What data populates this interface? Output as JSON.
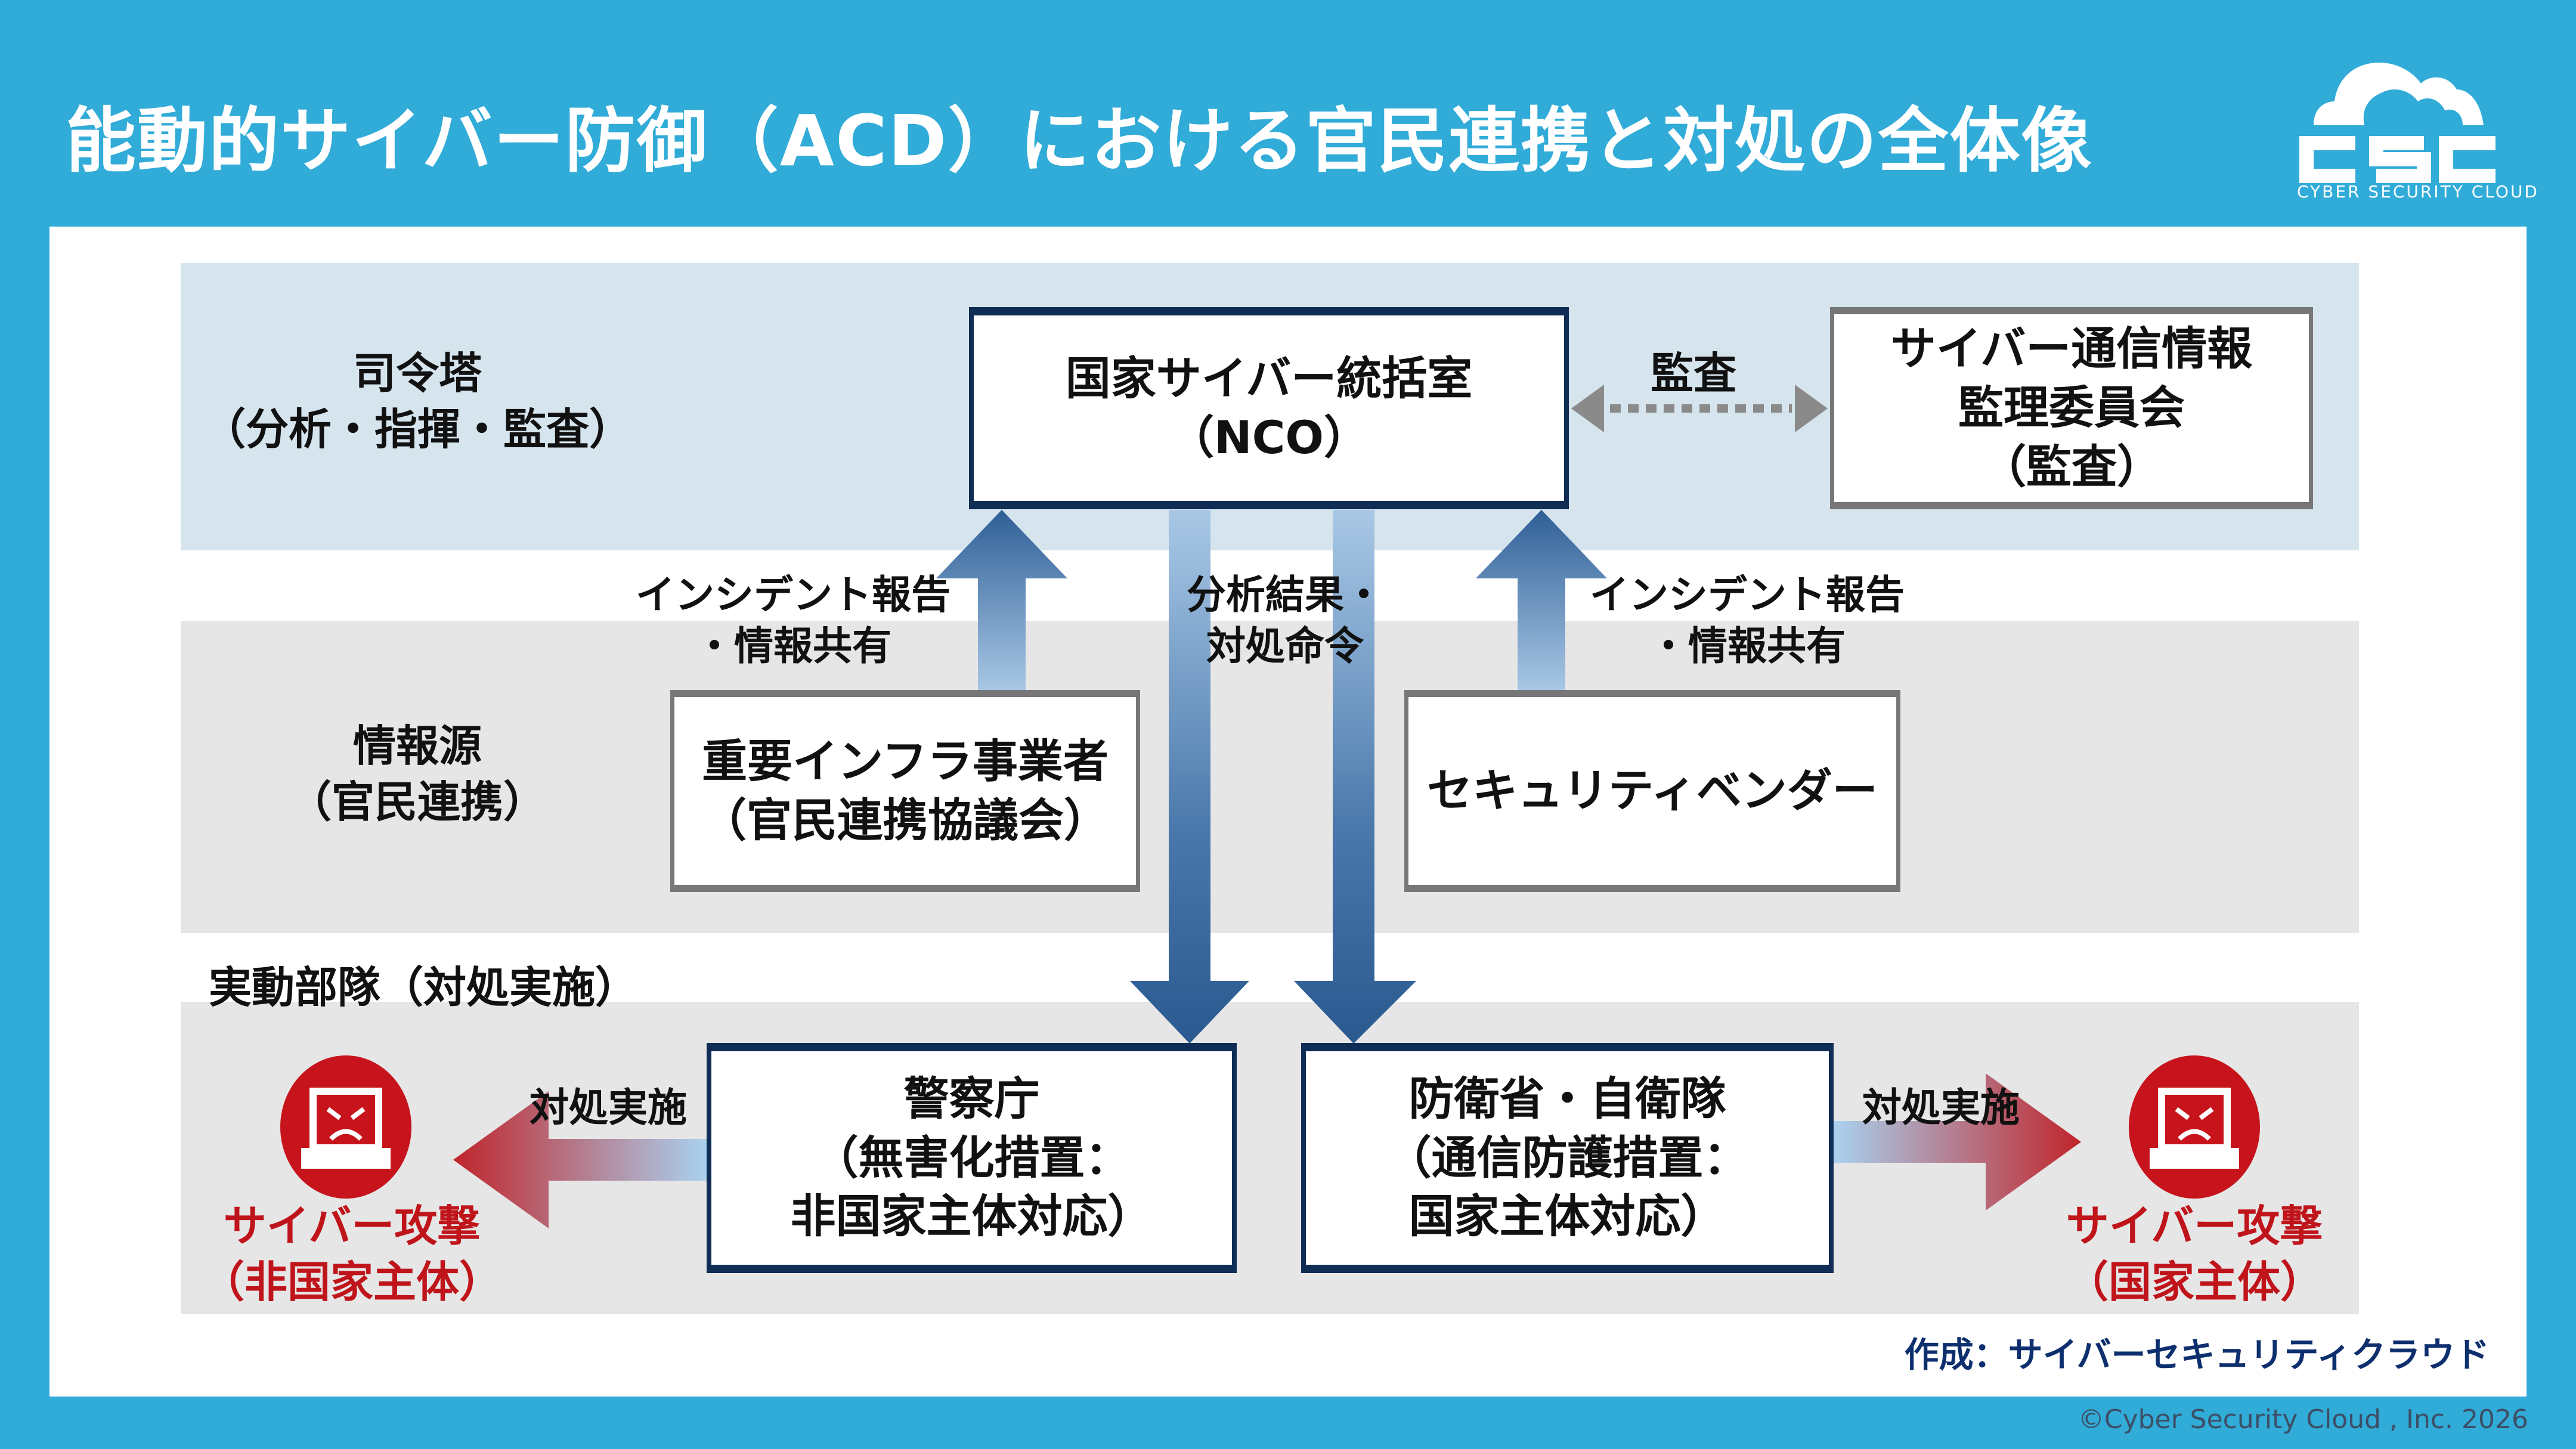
{
  "header": {
    "title": "能動的サイバー防御（ACD）における官民連携と対処の全体像",
    "logo": {
      "mark": "CSC",
      "wordmark": "CYBER SECURITY CLOUD",
      "icon": "cloud-icon"
    }
  },
  "diagram": {
    "rows": [
      {
        "id": "command",
        "label": "司令塔\n（分析・指揮・監査）"
      },
      {
        "id": "sources",
        "label": "情報源\n（官民連携）"
      },
      {
        "id": "operations",
        "label": "実動部隊（対処実施）"
      }
    ],
    "nodes": {
      "nco": "国家サイバー統括室\n（NCO）",
      "committee": "サイバー通信情報\n監理委員会\n（監査）",
      "infra": "重要インフラ事業者\n（官民連携協議会）",
      "vendor": "セキュリティベンダー",
      "police": "警察庁\n（無害化措置：\n非国家主体対応）",
      "mod": "防衛省・自衛隊\n（通信防護措置：\n国家主体対応）"
    },
    "edges": {
      "audit": "監査",
      "infra_report": "インシデント報告\n・情報共有",
      "vendor_report": "インシデント報告\n・情報共有",
      "orders": "分析結果・\n対処命令",
      "police_action": "対処実施",
      "mod_action": "対処実施"
    },
    "threats": {
      "non_state": "サイバー攻撃\n（非国家主体）",
      "state": "サイバー攻撃\n（国家主体）"
    },
    "colors": {
      "navy": "#0f2d55",
      "arrow_blue": "#2f5f96",
      "attack_red": "#c7141c",
      "header_blue": "#31abd8"
    }
  },
  "footer": {
    "credit": "作成：サイバーセキュリティクラウド",
    "copyright": "©Cyber Security Cloud , Inc. 2026"
  }
}
